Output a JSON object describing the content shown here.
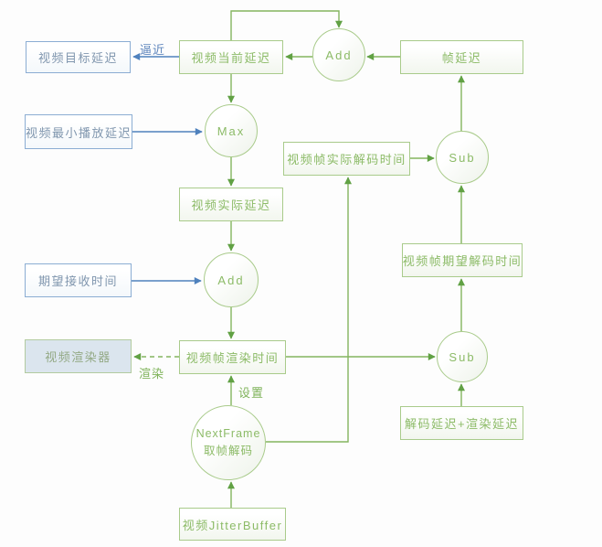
{
  "colors": {
    "green_border": "#a9cb8b",
    "green_line": "#84b55e",
    "green_arrowhead": "#61a144",
    "green_text": "#8cbb67",
    "blue_border": "#8badd3",
    "blue_line": "#4f81bd",
    "blue_text": "#8096ae",
    "renderer_fill": "#dbe5ee",
    "background": "#fdfdfd"
  },
  "nodes": {
    "video_target_delay": {
      "label": "视频目标延迟"
    },
    "video_current_delay": {
      "label": "视频当前延迟"
    },
    "frame_delay": {
      "label": "帧延迟"
    },
    "video_min_play_delay": {
      "label": "视频最小播放延迟"
    },
    "video_actual_delay": {
      "label": "视频实际延迟"
    },
    "video_frame_actual_decode_time": {
      "label": "视频帧实际解码时间"
    },
    "video_frame_expected_decode_time": {
      "label": "视频帧期望解码时间"
    },
    "expected_receive_time": {
      "label": "期望接收时间"
    },
    "video_renderer": {
      "label": "视频渲染器"
    },
    "video_frame_render_time": {
      "label": "视频帧渲染时间"
    },
    "decode_render_delay": {
      "label": "解码延迟+渲染延迟"
    },
    "video_jitterbuffer": {
      "label": "视频JitterBuffer"
    },
    "add1": {
      "label": "Add"
    },
    "max": {
      "label": "Max"
    },
    "add2": {
      "label": "Add"
    },
    "sub1": {
      "label": "Sub"
    },
    "sub2": {
      "label": "Sub"
    },
    "nextframe": {
      "label_line1": "NextFrame",
      "label_line2": "取帧解码"
    }
  },
  "edge_labels": {
    "approach": "逼近",
    "render": "渲染",
    "set": "设置"
  }
}
